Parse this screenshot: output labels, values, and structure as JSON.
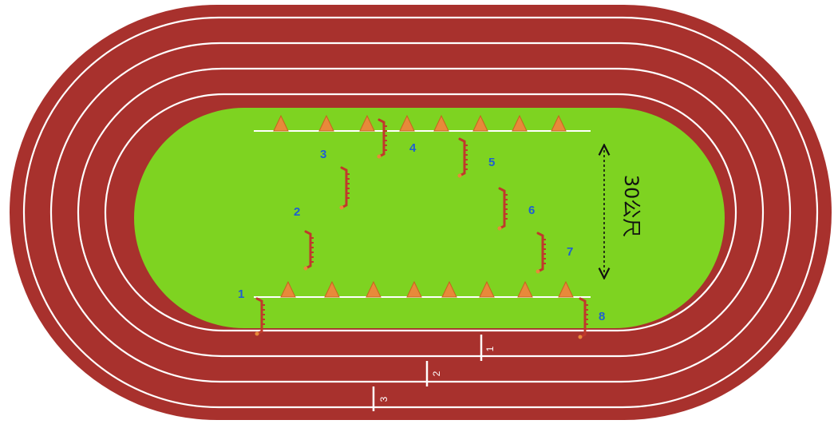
{
  "colors": {
    "track": "#a8312d",
    "track_dark": "#8f2723",
    "grass": "#7ed321",
    "lane_line": "#ffffff",
    "cone": "#e8893a",
    "hurdle": "#c0392b",
    "station_number": "#1f5fd1",
    "distance_text": "#111111"
  },
  "stations": [
    {
      "label": "1"
    },
    {
      "label": "2"
    },
    {
      "label": "3"
    },
    {
      "label": "4"
    },
    {
      "label": "5"
    },
    {
      "label": "6"
    },
    {
      "label": "7"
    },
    {
      "label": "8"
    }
  ],
  "lanes": [
    {
      "label": "1"
    },
    {
      "label": "2"
    },
    {
      "label": "3"
    }
  ],
  "cones": {
    "top_row_count": 8,
    "bottom_row_count": 8
  },
  "distance": {
    "label": "30公尺",
    "icon": "double-arrow-vertical-icon"
  }
}
